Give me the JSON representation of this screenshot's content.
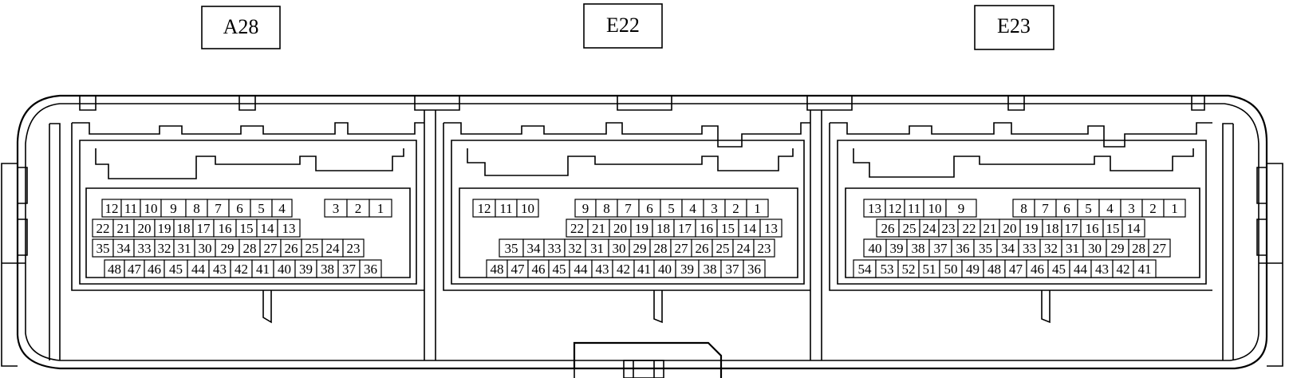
{
  "connectors": [
    {
      "label": "A28",
      "rows": [
        [
          {
            "n": "12",
            "w": 24
          },
          {
            "n": "11",
            "w": 24
          },
          {
            "n": "10",
            "w": 26
          },
          {
            "n": "9",
            "w": 31
          },
          {
            "n": "8",
            "w": 27
          },
          {
            "n": "7",
            "w": 27
          },
          {
            "n": "6",
            "w": 27
          },
          {
            "n": "5",
            "w": 27
          },
          {
            "n": "4",
            "w": 25
          },
          {
            "gap": 41
          },
          {
            "n": "3",
            "w": 28
          },
          {
            "n": "2",
            "w": 28
          },
          {
            "n": "1",
            "w": 28
          }
        ],
        [
          {
            "n": "22",
            "w": 26
          },
          {
            "n": "21",
            "w": 26
          },
          {
            "n": "20",
            "w": 26
          },
          {
            "n": "19",
            "w": 24
          },
          {
            "n": "18",
            "w": 24
          },
          {
            "n": "17",
            "w": 26
          },
          {
            "n": "16",
            "w": 28
          },
          {
            "n": "15",
            "w": 26
          },
          {
            "n": "14",
            "w": 26
          },
          {
            "n": "13",
            "w": 28
          }
        ],
        [
          {
            "n": "35",
            "w": 26
          },
          {
            "n": "34",
            "w": 26
          },
          {
            "n": "33",
            "w": 26
          },
          {
            "n": "32",
            "w": 24
          },
          {
            "n": "31",
            "w": 26
          },
          {
            "n": "30",
            "w": 26
          },
          {
            "n": "29",
            "w": 30
          },
          {
            "n": "28",
            "w": 26
          },
          {
            "n": "27",
            "w": 26
          },
          {
            "n": "26",
            "w": 26
          },
          {
            "n": "25",
            "w": 26
          },
          {
            "n": "24",
            "w": 26
          },
          {
            "n": "23",
            "w": 26
          }
        ],
        [
          {
            "n": "48",
            "w": 25
          },
          {
            "n": "47",
            "w": 25
          },
          {
            "n": "46",
            "w": 25
          },
          {
            "n": "45",
            "w": 29
          },
          {
            "n": "44",
            "w": 27
          },
          {
            "n": "43",
            "w": 27
          },
          {
            "n": "42",
            "w": 27
          },
          {
            "n": "41",
            "w": 27
          },
          {
            "n": "40",
            "w": 27
          },
          {
            "n": "39",
            "w": 27
          },
          {
            "n": "38",
            "w": 27
          },
          {
            "n": "37",
            "w": 27
          },
          {
            "n": "36",
            "w": 27
          }
        ]
      ]
    },
    {
      "label": "E22",
      "rows": [
        [
          {
            "n": "12",
            "w": 28
          },
          {
            "n": "11",
            "w": 27
          },
          {
            "n": "10",
            "w": 27
          },
          {
            "gap": 46
          },
          {
            "n": "9",
            "w": 26
          },
          {
            "n": "8",
            "w": 27
          },
          {
            "n": "7",
            "w": 27
          },
          {
            "n": "6",
            "w": 27
          },
          {
            "n": "5",
            "w": 27
          },
          {
            "n": "4",
            "w": 27
          },
          {
            "n": "3",
            "w": 27
          },
          {
            "n": "2",
            "w": 27
          },
          {
            "n": "1",
            "w": 27
          }
        ],
        [
          {
            "n": "22",
            "w": 27
          },
          {
            "n": "21",
            "w": 27
          },
          {
            "n": "20",
            "w": 27
          },
          {
            "n": "19",
            "w": 27
          },
          {
            "n": "18",
            "w": 27
          },
          {
            "n": "17",
            "w": 27
          },
          {
            "n": "16",
            "w": 27
          },
          {
            "n": "15",
            "w": 27
          },
          {
            "n": "14",
            "w": 27
          },
          {
            "n": "13",
            "w": 27
          }
        ],
        [
          {
            "n": "35",
            "w": 30
          },
          {
            "n": "34",
            "w": 26
          },
          {
            "n": "33",
            "w": 26
          },
          {
            "n": "32",
            "w": 26
          },
          {
            "n": "31",
            "w": 29
          },
          {
            "n": "30",
            "w": 26
          },
          {
            "n": "29",
            "w": 26
          },
          {
            "n": "28",
            "w": 26
          },
          {
            "n": "27",
            "w": 26
          },
          {
            "n": "26",
            "w": 26
          },
          {
            "n": "25",
            "w": 26
          },
          {
            "n": "24",
            "w": 26
          },
          {
            "n": "23",
            "w": 26
          }
        ],
        [
          {
            "n": "48",
            "w": 26
          },
          {
            "n": "47",
            "w": 26
          },
          {
            "n": "46",
            "w": 26
          },
          {
            "n": "45",
            "w": 26
          },
          {
            "n": "44",
            "w": 28
          },
          {
            "n": "43",
            "w": 26
          },
          {
            "n": "42",
            "w": 27
          },
          {
            "n": "41",
            "w": 25
          },
          {
            "n": "40",
            "w": 27
          },
          {
            "n": "39",
            "w": 29
          },
          {
            "n": "38",
            "w": 28
          },
          {
            "n": "37",
            "w": 28
          },
          {
            "n": "36",
            "w": 27
          }
        ]
      ]
    },
    {
      "label": "E23",
      "rows": [
        [
          {
            "n": "13",
            "w": 27
          },
          {
            "n": "12",
            "w": 24
          },
          {
            "n": "11",
            "w": 24
          },
          {
            "n": "10",
            "w": 28
          },
          {
            "n": "9",
            "w": 38
          },
          {
            "gap": 46
          },
          {
            "n": "8",
            "w": 27
          },
          {
            "n": "7",
            "w": 27
          },
          {
            "n": "6",
            "w": 27
          },
          {
            "n": "5",
            "w": 27
          },
          {
            "n": "4",
            "w": 27
          },
          {
            "n": "3",
            "w": 27
          },
          {
            "n": "2",
            "w": 27
          },
          {
            "n": "1",
            "w": 27
          }
        ],
        [
          {
            "n": "26",
            "w": 28
          },
          {
            "n": "25",
            "w": 26
          },
          {
            "n": "24",
            "w": 24
          },
          {
            "n": "23",
            "w": 24
          },
          {
            "n": "22",
            "w": 28
          },
          {
            "n": "21",
            "w": 24
          },
          {
            "n": "20",
            "w": 26
          },
          {
            "n": "19",
            "w": 28
          },
          {
            "n": "18",
            "w": 24
          },
          {
            "n": "17",
            "w": 24
          },
          {
            "n": "16",
            "w": 28
          },
          {
            "n": "15",
            "w": 24
          },
          {
            "n": "14",
            "w": 28
          }
        ],
        [
          {
            "n": "40",
            "w": 28
          },
          {
            "n": "39",
            "w": 26
          },
          {
            "n": "38",
            "w": 28
          },
          {
            "n": "37",
            "w": 28
          },
          {
            "n": "36",
            "w": 28
          },
          {
            "n": "35",
            "w": 29
          },
          {
            "n": "34",
            "w": 27
          },
          {
            "n": "33",
            "w": 27
          },
          {
            "n": "32",
            "w": 27
          },
          {
            "n": "31",
            "w": 27
          },
          {
            "n": "30",
            "w": 29
          },
          {
            "n": "29",
            "w": 28
          },
          {
            "n": "28",
            "w": 25
          },
          {
            "n": "27",
            "w": 27
          }
        ],
        [
          {
            "n": "54",
            "w": 28
          },
          {
            "n": "53",
            "w": 28
          },
          {
            "n": "52",
            "w": 26
          },
          {
            "n": "51",
            "w": 26
          },
          {
            "n": "50",
            "w": 28
          },
          {
            "n": "49",
            "w": 27
          },
          {
            "n": "48",
            "w": 27
          },
          {
            "n": "47",
            "w": 27
          },
          {
            "n": "46",
            "w": 27
          },
          {
            "n": "45",
            "w": 27
          },
          {
            "n": "44",
            "w": 27
          },
          {
            "n": "43",
            "w": 27
          },
          {
            "n": "42",
            "w": 26
          },
          {
            "n": "41",
            "w": 28
          }
        ]
      ]
    }
  ]
}
